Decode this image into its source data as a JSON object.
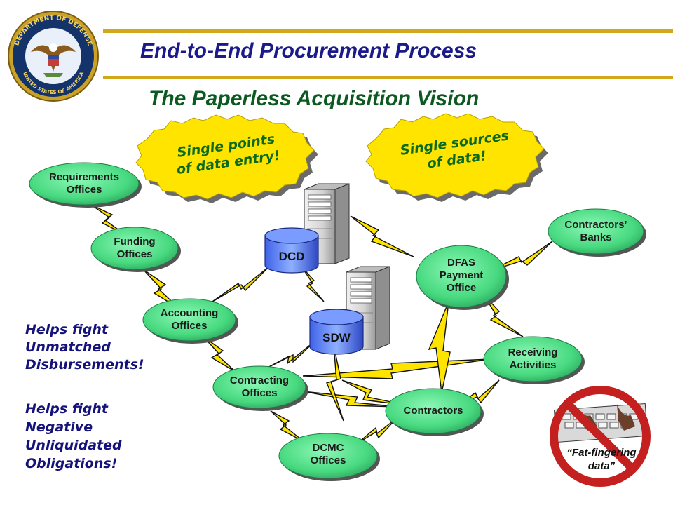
{
  "header": {
    "title": "End-to-End Procurement Process",
    "subtitle": "The Paperless Acquisition Vision",
    "seal_text": "DEPARTMENT OF DEFENSE · UNITED STATES OF AMERICA"
  },
  "callouts": {
    "entry": [
      "Single points",
      "of data entry!"
    ],
    "sources": [
      "Single sources",
      "of data!"
    ]
  },
  "nodes": {
    "requirements": [
      "Requirements",
      "Offices"
    ],
    "funding": [
      "Funding",
      "Offices"
    ],
    "accounting": [
      "Accounting",
      "Offices"
    ],
    "contracting": [
      "Contracting",
      "Offices"
    ],
    "dcmc": [
      "DCMC",
      "Offices"
    ],
    "contractors": [
      "Contractors"
    ],
    "receiving": [
      "Receiving",
      "Activities"
    ],
    "dfas": [
      "DFAS",
      "Payment",
      "Office"
    ],
    "banks": [
      "Contractors’",
      "Banks"
    ]
  },
  "databases": {
    "dcd": "DCD",
    "sdw": "SDW"
  },
  "side_notes": {
    "note1": [
      "Helps fight",
      "Unmatched",
      "Disbursements!"
    ],
    "note2": [
      "Helps fight",
      "Negative",
      "Unliquidated",
      "Obligations!"
    ]
  },
  "fat_finger": [
    "“Fat-fingering",
    "data”"
  ],
  "colors": {
    "title": "#1b1a8a",
    "subtitle": "#0c5a21",
    "node_fill": "#4fe08c",
    "bolt": "#ffe400",
    "rule": "#d2a81b",
    "no_sign": "#c42020"
  }
}
